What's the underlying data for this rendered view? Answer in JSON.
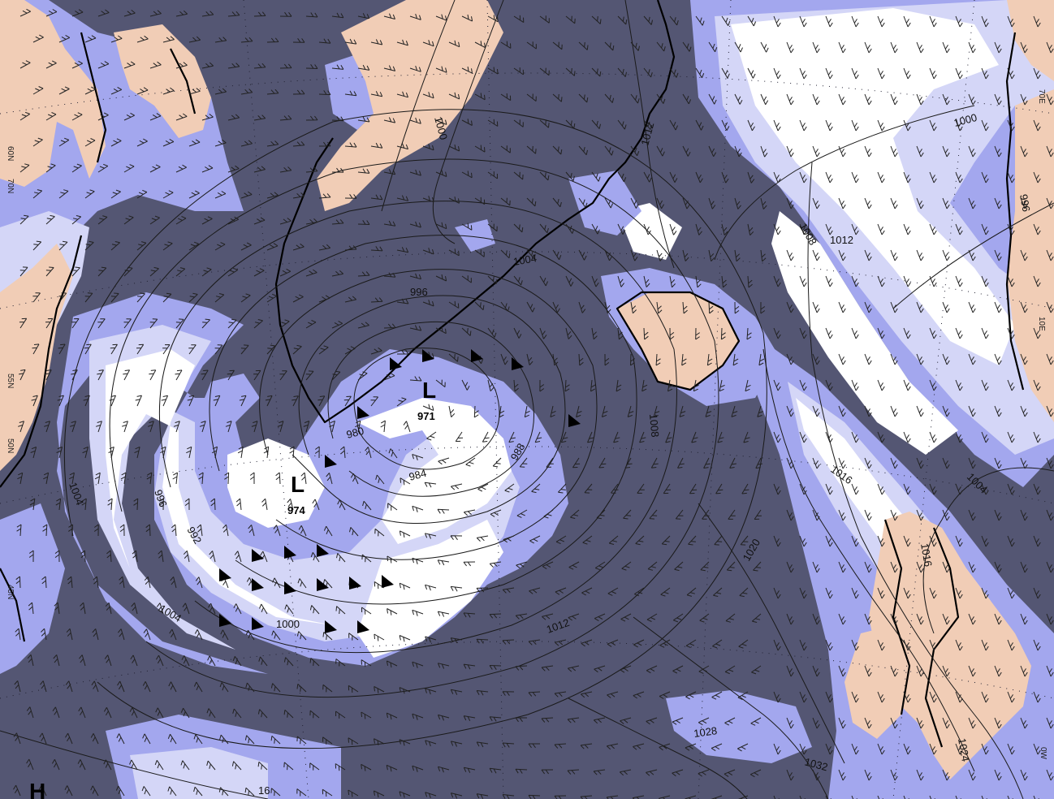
{
  "colors": {
    "ocean": "#545673",
    "cloud_light": "#a3a7ee",
    "cloud_medium": "#d4d6f7",
    "cloud_heavy": "#ffffff",
    "land": "#f1cdb6",
    "isobar": "#1a1a1a"
  },
  "pressure_centers": [
    {
      "symbol": "L",
      "value": "971"
    },
    {
      "symbol": "L",
      "value": "974"
    },
    {
      "symbol": "H",
      "value": ""
    }
  ],
  "isobar_labels": [
    "1000",
    "1012",
    "1000",
    "1004",
    "996",
    "1008",
    "1016",
    "1004",
    "980",
    "984",
    "988",
    "1008",
    "1016",
    "1004",
    "996",
    "992",
    "1000",
    "1004",
    "1012",
    "1020",
    "1012",
    "1028",
    "1032",
    "1024",
    "16",
    "996"
  ],
  "latitude_labels": [
    "60N",
    "70N",
    "55N",
    "50N",
    "45N",
    "70E",
    "10E",
    "0W"
  ]
}
